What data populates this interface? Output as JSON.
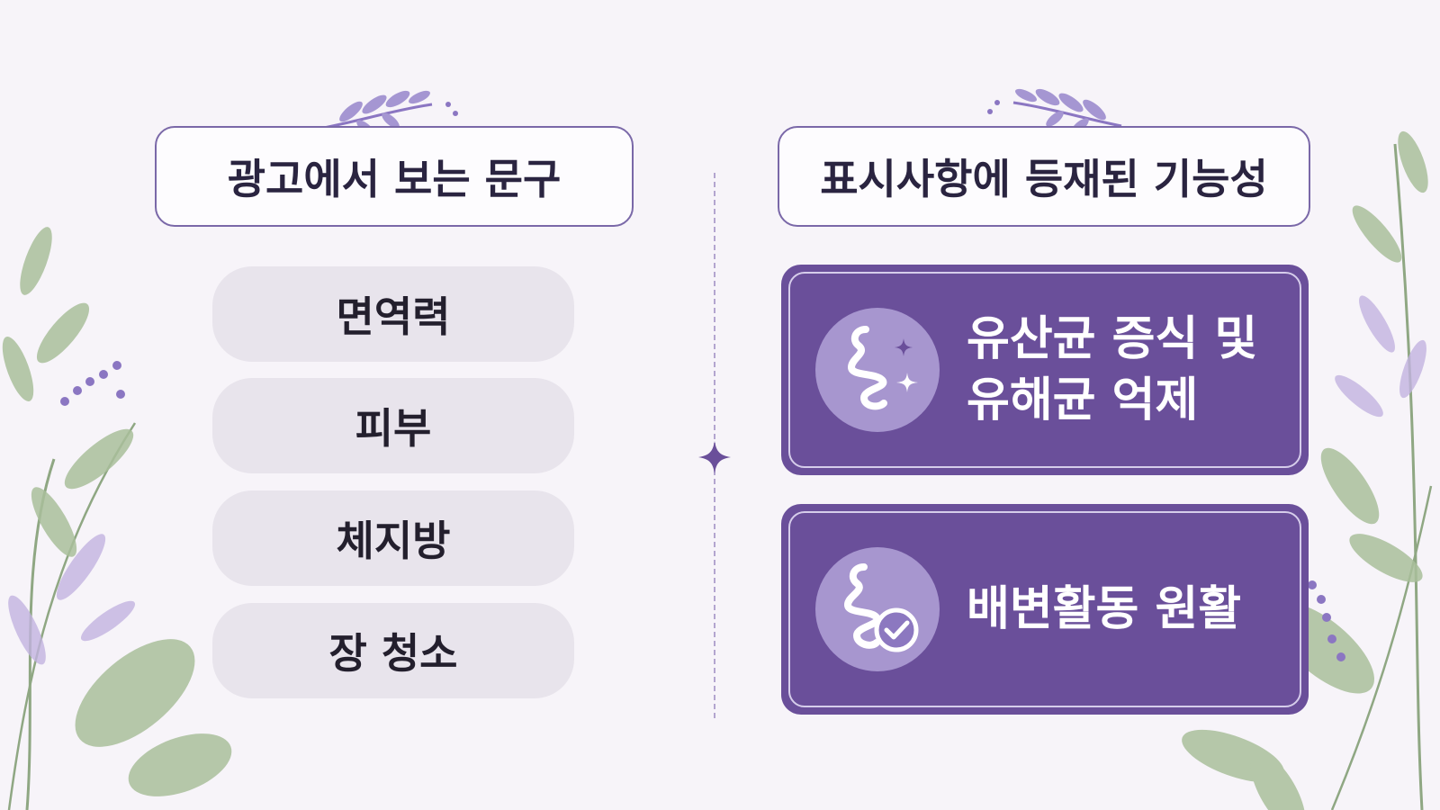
{
  "left_column": {
    "header": "광고에서 보는 문구",
    "items": [
      "면역력",
      "피부",
      "체지방",
      "장 청소"
    ]
  },
  "right_column": {
    "header": "표시사항에 등재된 기능성",
    "cards": [
      {
        "lines": [
          "유산균 증식 및",
          "유해균 억제"
        ],
        "icon": "intestine-sparkle-icon"
      },
      {
        "lines": [
          "배변활동 원활"
        ],
        "icon": "intestine-check-icon"
      }
    ]
  },
  "colors": {
    "background": "#f7f4f9",
    "accent_purple": "#6a4f9a",
    "pill_gray": "#e8e4ec",
    "icon_circle": "#a796cf",
    "leaf_green": "#9fb592",
    "leaf_lavender": "#b7a6d9"
  }
}
